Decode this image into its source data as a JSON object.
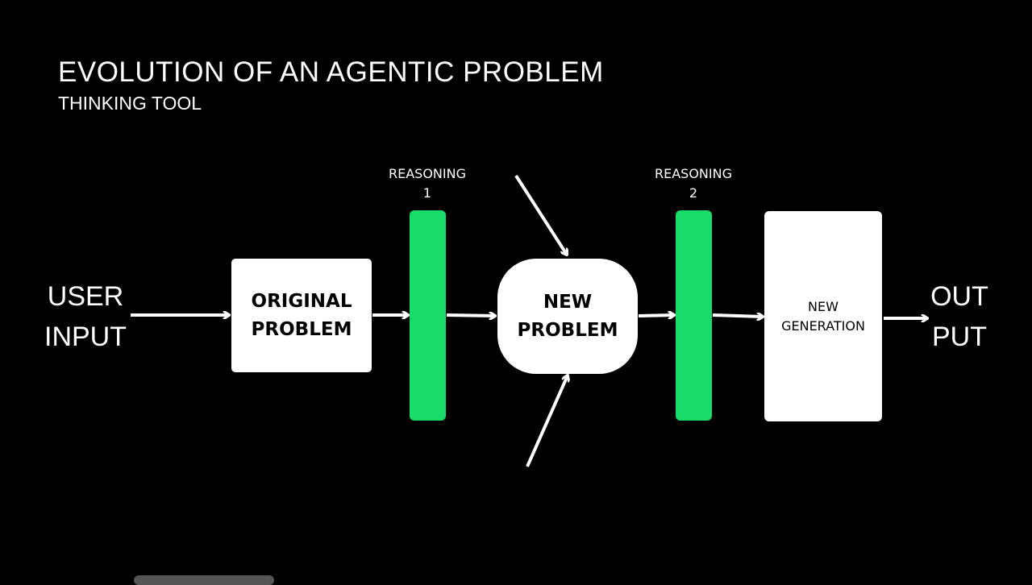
{
  "header": {
    "title": "EVOLUTION OF AN AGENTIC PROBLEM",
    "subtitle": "THINKING TOOL"
  },
  "diagram": {
    "user_input": [
      "USER",
      "INPUT"
    ],
    "original_problem": [
      "ORIGINAL",
      "PROBLEM"
    ],
    "reasoning_1": [
      "REASONING",
      "1"
    ],
    "new_problem": [
      "NEW",
      "PROBLEM"
    ],
    "reasoning_2": [
      "REASONING",
      "2"
    ],
    "new_generation": [
      "NEW",
      "GENERATION"
    ],
    "output": [
      "OUT",
      "PUT"
    ]
  },
  "colors": {
    "background": "#000000",
    "reasoning": "#17dc6a",
    "box": "#ffffff"
  }
}
